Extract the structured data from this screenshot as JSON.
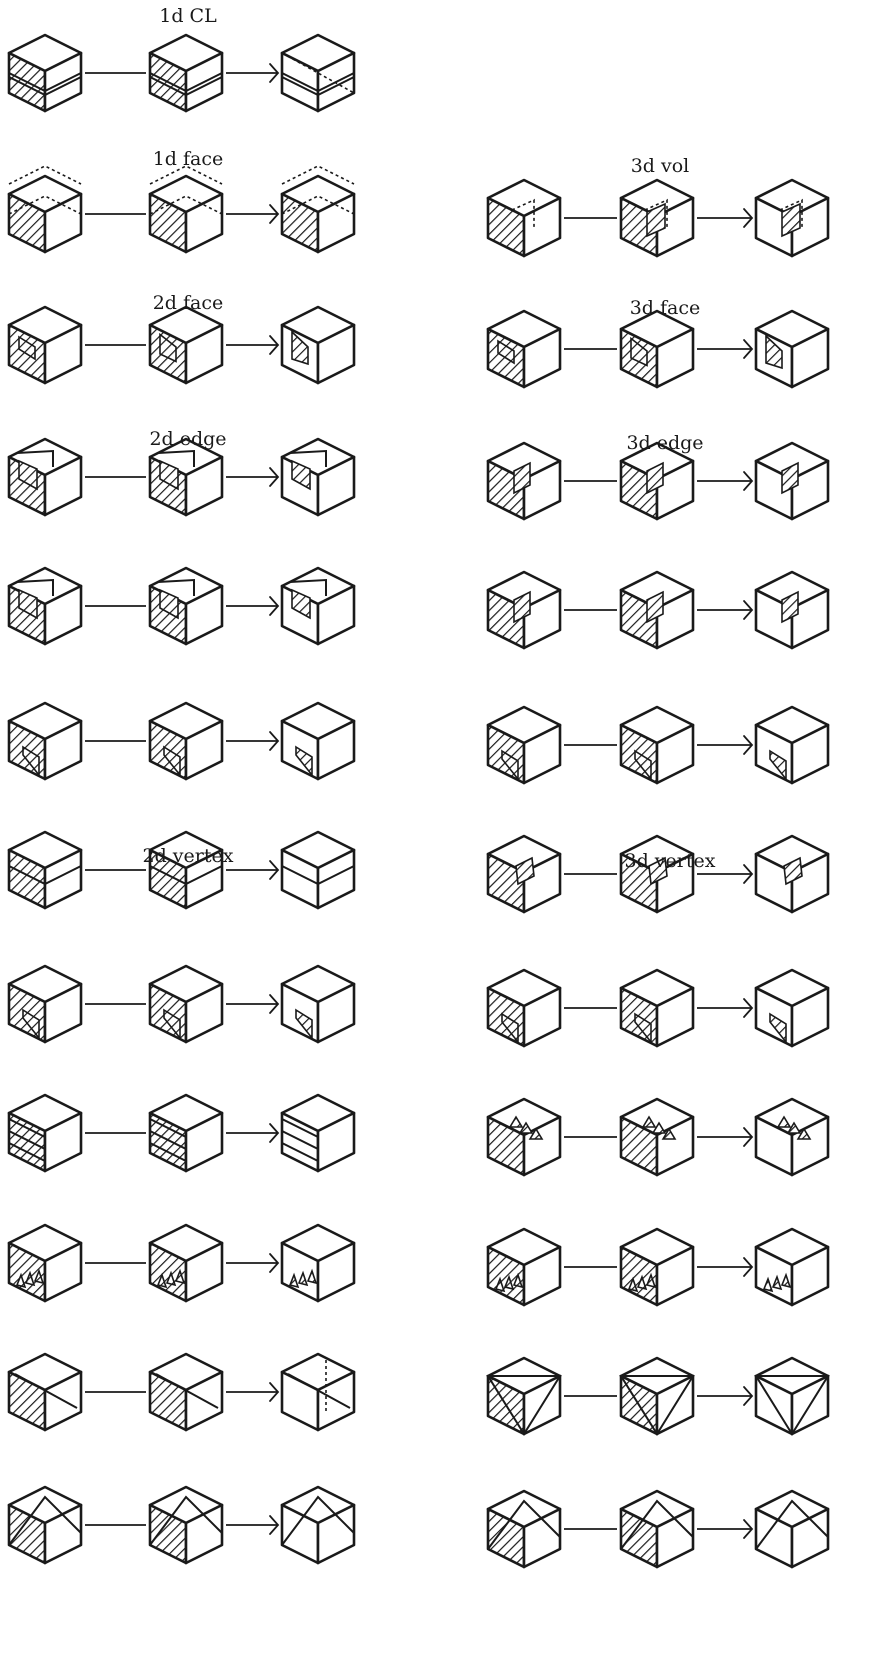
{
  "labels": {
    "l1": "1d CL",
    "l2": "1d face",
    "l3": "3d vol",
    "l4": "2d face",
    "l5": "3d face",
    "l6": "2d edge",
    "l7": "3d edge",
    "l8": "2d vertex",
    "l9": "3d vertex"
  },
  "rows": [
    {
      "left": {
        "variant": "split"
      },
      "right": null
    },
    {
      "left": {
        "variant": "dashtop"
      },
      "right": {
        "variant": "vol"
      }
    },
    {
      "left": {
        "variant": "faceHole"
      },
      "right": {
        "variant": "faceHole"
      }
    },
    {
      "left": {
        "variant": "slot"
      },
      "right": {
        "variant": "edgeNotch"
      }
    },
    {
      "left": {
        "variant": "cslot"
      },
      "right": {
        "variant": "edgeNotch2"
      }
    },
    {
      "left": {
        "variant": "arch"
      },
      "right": {
        "variant": "arch"
      }
    },
    {
      "left": {
        "variant": "step"
      },
      "right": {
        "variant": "vertexHole"
      }
    },
    {
      "left": {
        "variant": "arch2"
      },
      "right": {
        "variant": "arch2"
      }
    },
    {
      "left": {
        "variant": "stairs"
      },
      "right": {
        "variant": "pyramids"
      }
    },
    {
      "left": {
        "variant": "teeth"
      },
      "right": {
        "variant": "teeth"
      }
    },
    {
      "left": {
        "variant": "bevel"
      },
      "right": {
        "variant": "tri"
      }
    },
    {
      "left": {
        "variant": "chamfer"
      },
      "right": {
        "variant": "cut"
      }
    }
  ]
}
